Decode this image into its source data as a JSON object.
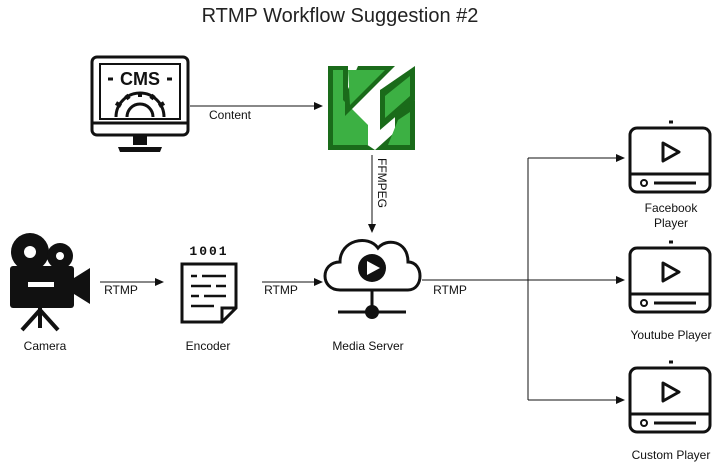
{
  "title": "RTMP Workflow Suggestion #2",
  "nodes": {
    "cms": {
      "icon_text": "CMS"
    },
    "ffmpeg": {
      "name": "ffmpeg-logo"
    },
    "camera": {
      "label": "Camera"
    },
    "encoder": {
      "label": "Encoder",
      "icon_bits": "1|0|0|1"
    },
    "media_server": {
      "label": "Media Server"
    },
    "facebook": {
      "label_line1": "Facebook",
      "label_line2": "Player"
    },
    "youtube": {
      "label": "Youtube Player"
    },
    "custom": {
      "label": "Custom Player"
    }
  },
  "edges": {
    "content": "Content",
    "ffmpeg": "FFMPEG",
    "camera_encoder": "RTMP",
    "encoder_server": "RTMP",
    "server_players": "RTMP"
  },
  "colors": {
    "stroke": "#111111",
    "ffmpeg_dark": "#1a6b1a",
    "ffmpeg_light": "#3cb043",
    "background": "#ffffff"
  }
}
